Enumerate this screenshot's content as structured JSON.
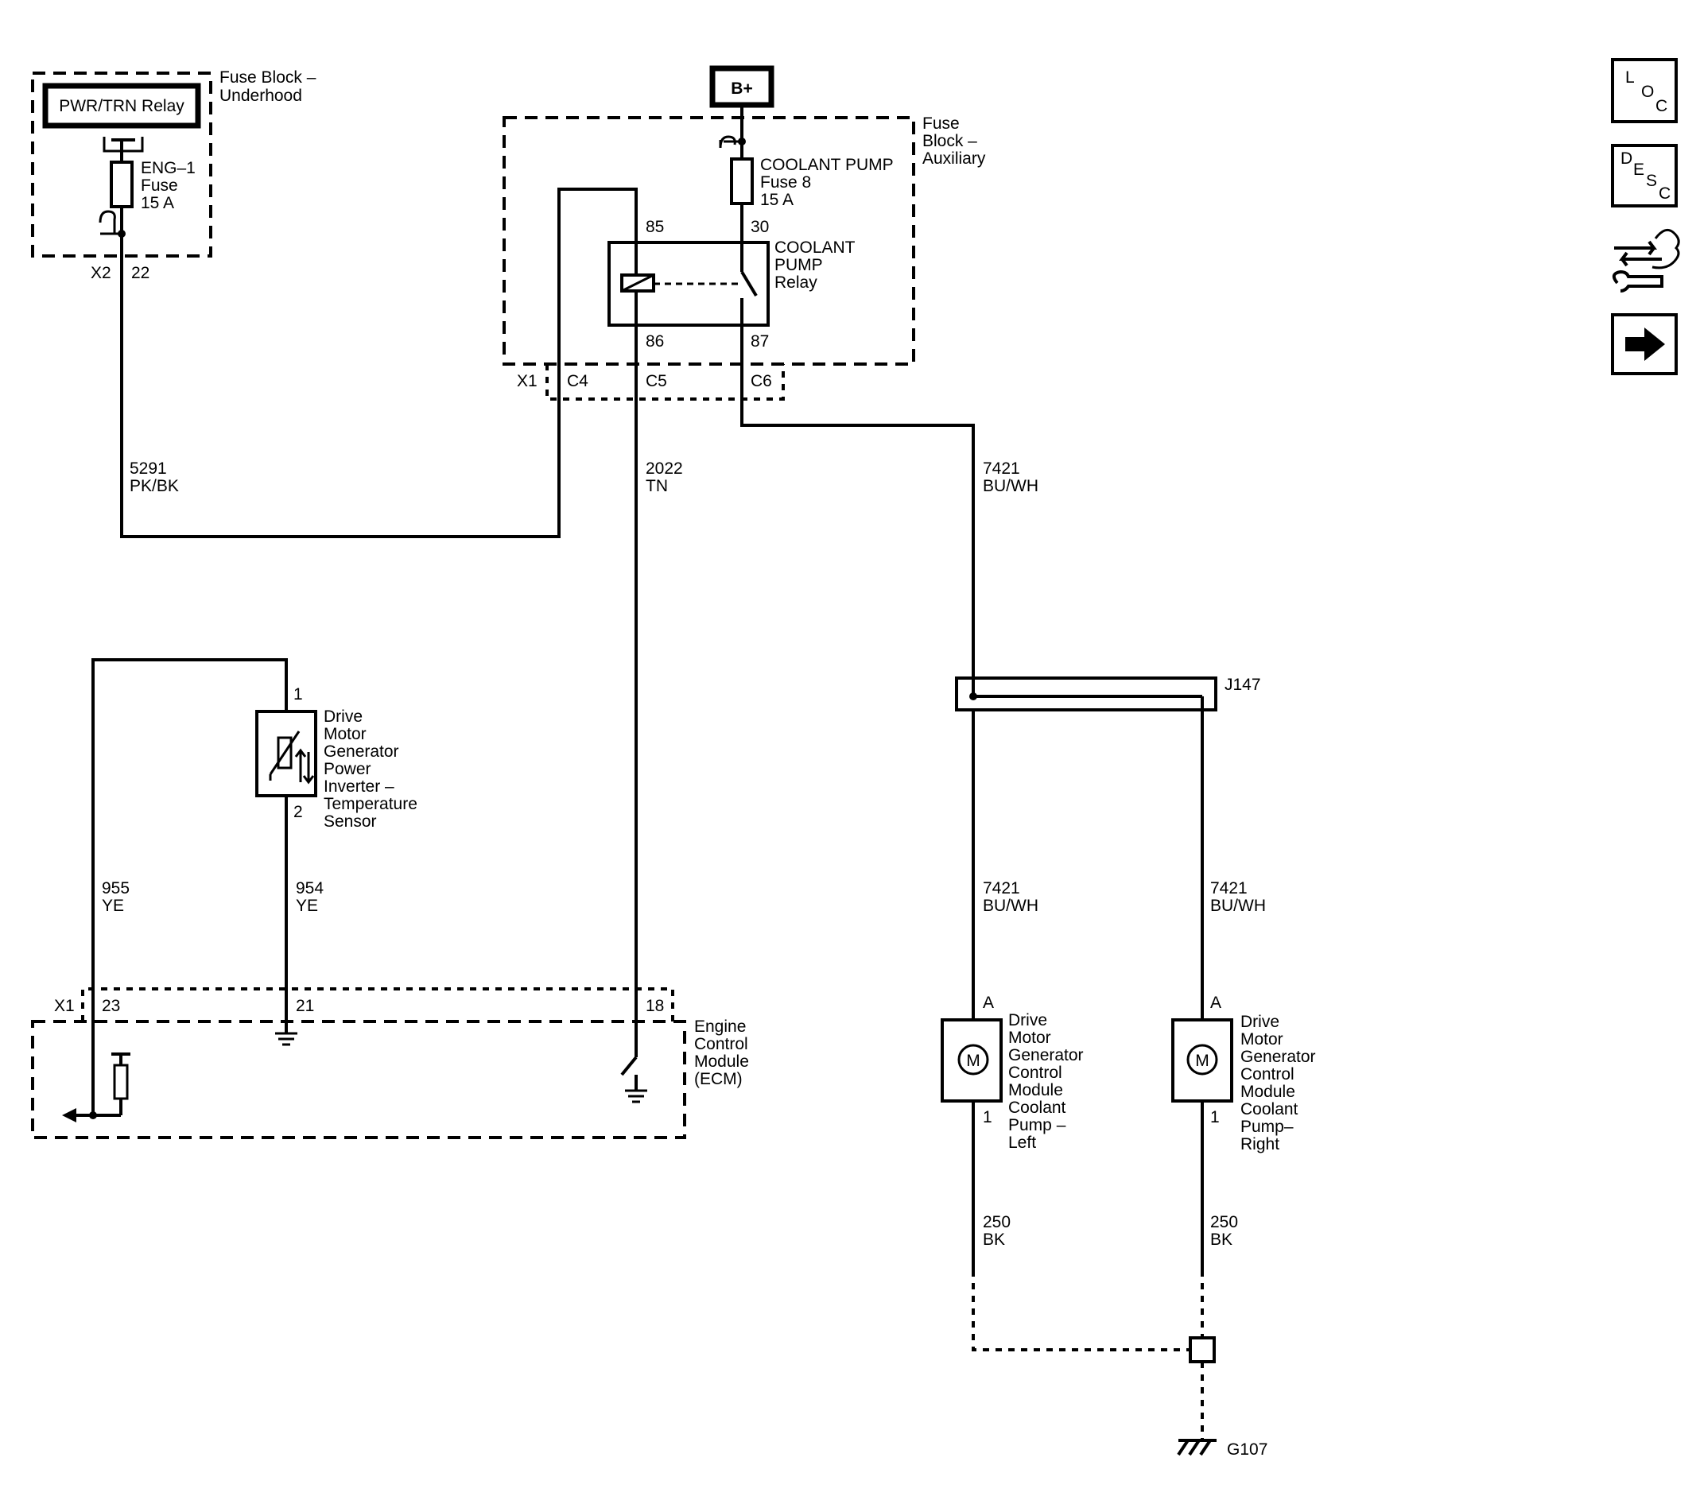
{
  "fuse_block_underhood": {
    "title_l1": "Fuse Block –",
    "title_l2": "Underhood",
    "relay_label": "PWR/TRN Relay",
    "fuse_l1": "ENG–1",
    "fuse_l2": "Fuse",
    "fuse_l3": "15 A",
    "connector": "X2",
    "pin": "22"
  },
  "battery": {
    "label": "B+"
  },
  "fuse_block_aux": {
    "title_l1": "Fuse",
    "title_l2": "Block –",
    "title_l3": "Auxiliary",
    "fuse_l1": "COOLANT PUMP",
    "fuse_l2": "Fuse 8",
    "fuse_l3": "15 A",
    "relay_l1": "COOLANT",
    "relay_l2": "PUMP",
    "relay_l3": "Relay",
    "pin_85": "85",
    "pin_30": "30",
    "pin_86": "86",
    "pin_87": "87",
    "connector": "X1",
    "c4": "C4",
    "c5": "C5",
    "c6": "C6"
  },
  "wires": {
    "w5291_num": "5291",
    "w5291_color": "PK/BK",
    "w2022_num": "2022",
    "w2022_color": "TN",
    "w7421_num": "7421",
    "w7421_color": "BU/WH",
    "w955_num": "955",
    "w955_color": "YE",
    "w954_num": "954",
    "w954_color": "YE",
    "w7421_left_num": "7421",
    "w7421_left_color": "BU/WH",
    "w7421_right_num": "7421",
    "w7421_right_color": "BU/WH",
    "w250_left_num": "250",
    "w250_left_color": "BK",
    "w250_right_num": "250",
    "w250_right_color": "BK"
  },
  "splice": {
    "label": "J147"
  },
  "temp_sensor": {
    "pin1": "1",
    "pin2": "2",
    "l1": "Drive",
    "l2": "Motor",
    "l3": "Generator",
    "l4": "Power",
    "l5": "Inverter –",
    "l6": "Temperature",
    "l7": "Sensor"
  },
  "ecm": {
    "connector": "X1",
    "pin23": "23",
    "pin21": "21",
    "pin18": "18",
    "l1": "Engine",
    "l2": "Control",
    "l3": "Module",
    "l4": "(ECM)"
  },
  "pump_left": {
    "pin_a": "A",
    "pin_1": "1",
    "motor": "M",
    "l1": "Drive",
    "l2": "Motor",
    "l3": "Generator",
    "l4": "Control",
    "l5": "Module",
    "l6": "Coolant",
    "l7": "Pump –",
    "l8": "Left"
  },
  "pump_right": {
    "pin_a": "A",
    "pin_1": "1",
    "motor": "M",
    "l1": "Drive",
    "l2": "Motor",
    "l3": "Generator",
    "l4": "Control",
    "l5": "Module",
    "l6": "Coolant",
    "l7": "Pump–",
    "l8": "Right"
  },
  "ground": {
    "label": "G107"
  },
  "side_nav": {
    "loc_l": "L",
    "loc_o": "O",
    "loc_c": "C",
    "desc_d": "D",
    "desc_e": "E",
    "desc_s": "S",
    "desc_c": "C",
    "connector_icon": "connector-end-view-icon",
    "next_icon": "right-arrow-icon"
  }
}
